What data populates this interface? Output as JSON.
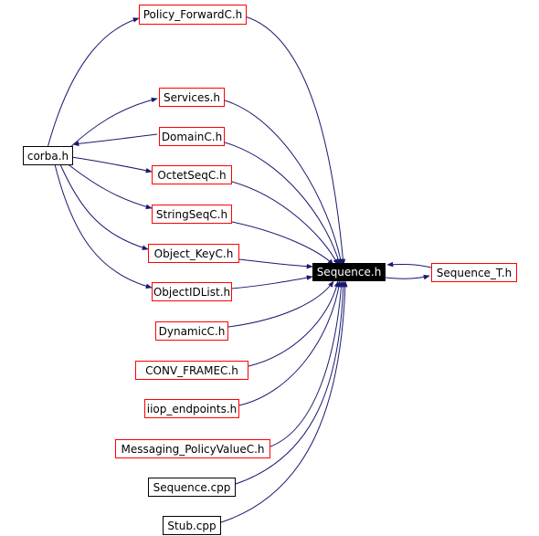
{
  "colors": {
    "edge": "#191970",
    "link_border": "#ff0000",
    "plain_border": "#000000",
    "focus_fill": "#000000",
    "focus_text": "#ffffff"
  },
  "nodes": {
    "policy_forward": {
      "label": "Policy_ForwardC.h"
    },
    "services": {
      "label": "Services.h"
    },
    "corba": {
      "label": "corba.h"
    },
    "domain": {
      "label": "DomainC.h"
    },
    "octetseq": {
      "label": "OctetSeqC.h"
    },
    "stringseq": {
      "label": "StringSeqC.h"
    },
    "object_key": {
      "label": "Object_KeyC.h"
    },
    "sequence": {
      "label": "Sequence.h"
    },
    "sequence_t": {
      "label": "Sequence_T.h"
    },
    "objectidlist": {
      "label": "ObjectIDList.h"
    },
    "dynamic": {
      "label": "DynamicC.h"
    },
    "conv_frame": {
      "label": "CONV_FRAMEC.h"
    },
    "iiop_endpoints": {
      "label": "iiop_endpoints.h"
    },
    "messaging_policyvalue": {
      "label": "Messaging_PolicyValueC.h"
    },
    "sequence_cpp": {
      "label": "Sequence.cpp"
    },
    "stub_cpp": {
      "label": "Stub.cpp"
    }
  }
}
